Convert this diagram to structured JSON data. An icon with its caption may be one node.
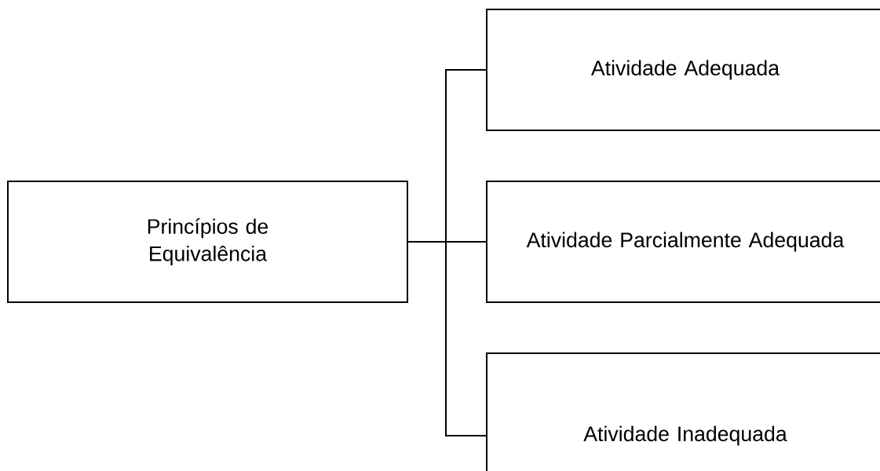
{
  "diagram": {
    "nodes": [
      {
        "text": [
          "Princípios de Equivalência"
        ]
      },
      {
        "text": [
          "Atividade Adequada"
        ]
      },
      {
        "text": [
          "Atividade Parcialmente Adequada"
        ]
      },
      {
        "text": [
          "Atividade Inadequada"
        ]
      }
    ],
    "edges": [
      {
        "from": 0,
        "to": 1,
        "arrow": "none"
      },
      {
        "from": 0,
        "to": 2,
        "arrow": "none"
      },
      {
        "from": 0,
        "to": 3,
        "arrow": "none"
      }
    ]
  }
}
